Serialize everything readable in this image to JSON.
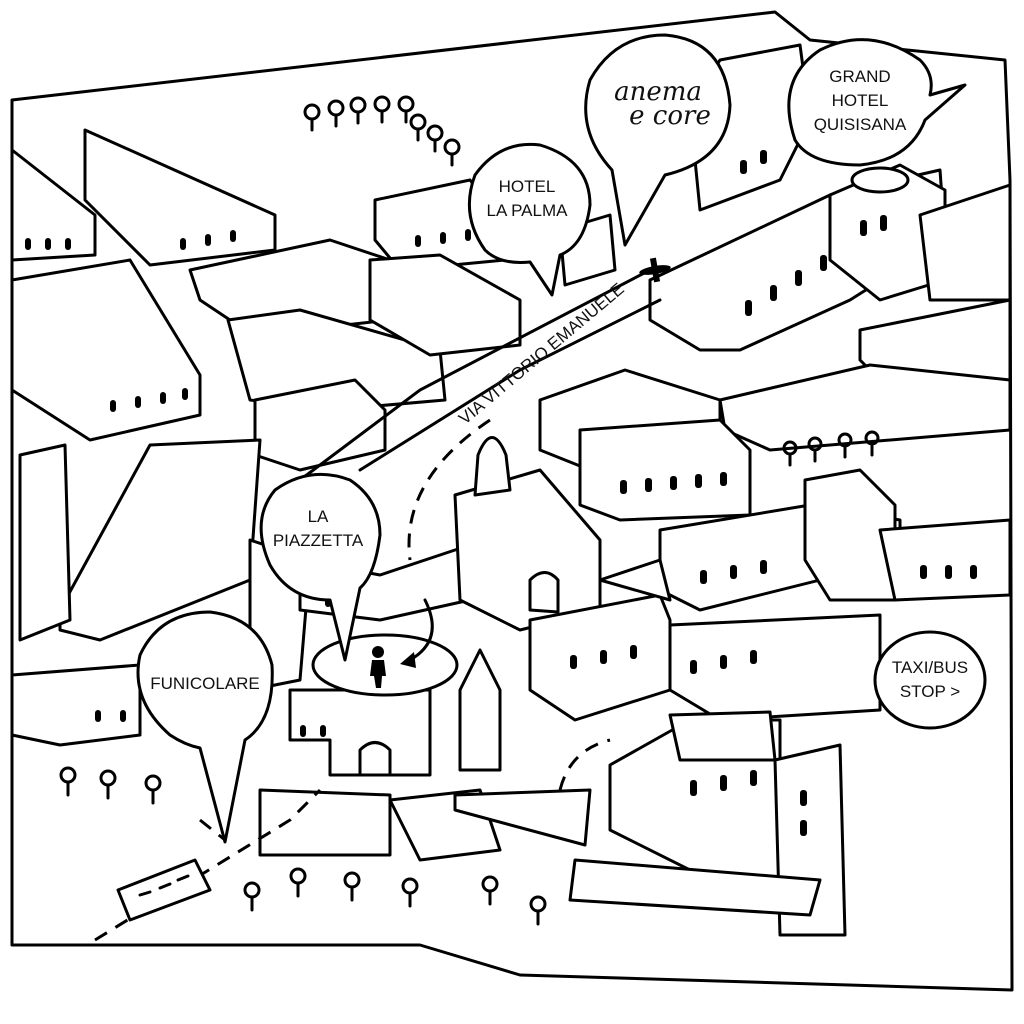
{
  "map": {
    "street_label": "VIA VITTORIO EMANUELE",
    "labels": {
      "grand_hotel": [
        "GRAND",
        "HOTEL",
        "QUISISANA"
      ],
      "anema_e_core": [
        "anema",
        "e core"
      ],
      "hotel_la_palma": [
        "HOTEL",
        "LA PALMA"
      ],
      "la_piazzetta": [
        "LA",
        "PIAZZETTA"
      ],
      "funicolare": "FUNICOLARE",
      "taxi_bus": [
        "TAXI/BUS",
        "STOP >"
      ]
    },
    "icons": [
      "person-icon",
      "airplane-icon",
      "tree-icon",
      "funicular-car-icon"
    ],
    "colors": {
      "ink": "#000000",
      "paper": "#ffffff"
    }
  }
}
